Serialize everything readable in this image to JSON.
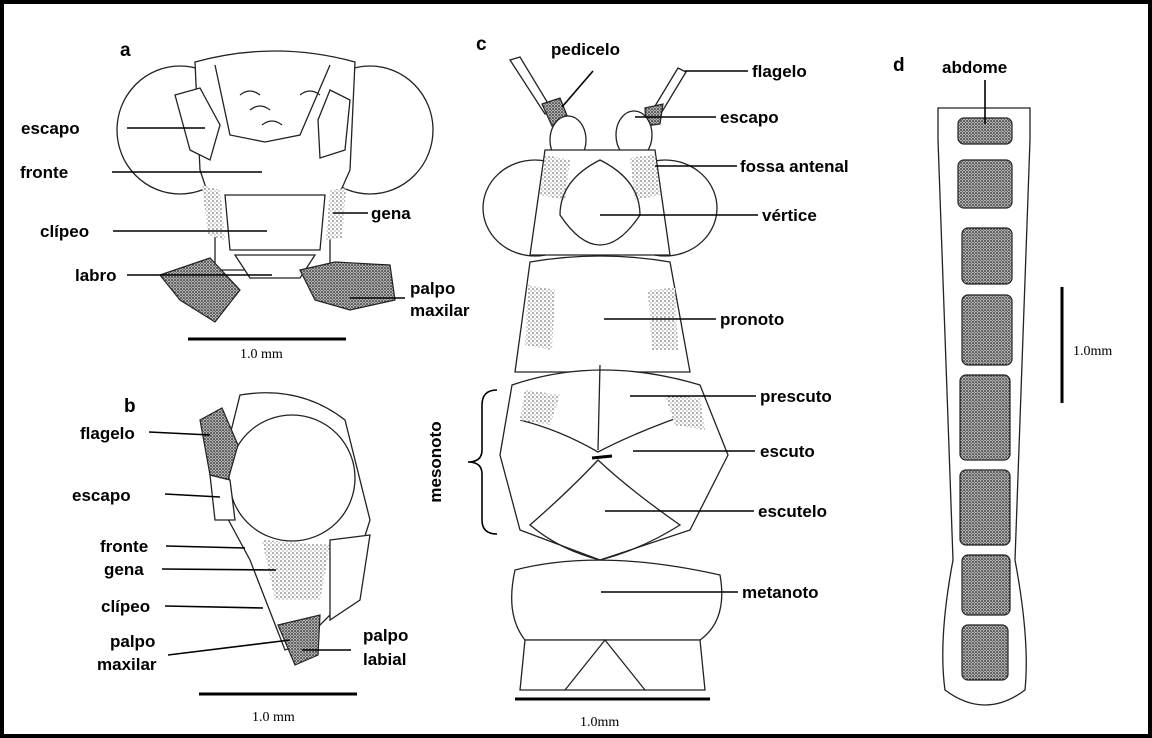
{
  "panels": {
    "a": "a",
    "b": "b",
    "c": "c",
    "d": "d"
  },
  "panel_a": {
    "labels": {
      "escapo": "escapo",
      "fronte": "fronte",
      "clipeo": "clípeo",
      "labro": "labro",
      "gena": "gena",
      "palpo_maxilar_1": "palpo",
      "palpo_maxilar_2": "maxilar"
    },
    "scale": "1.0 mm"
  },
  "panel_b": {
    "labels": {
      "flagelo": "flagelo",
      "escapo": "escapo",
      "fronte": "fronte",
      "gena": "gena",
      "clipeo": "clípeo",
      "palpo_maxilar_1": "palpo",
      "palpo_maxilar_2": "maxilar",
      "palpo_labial_1": "palpo",
      "palpo_labial_2": "labial"
    },
    "scale": "1.0 mm"
  },
  "panel_c": {
    "labels": {
      "pedicelo": "pedicelo",
      "flagelo": "flagelo",
      "escapo": "escapo",
      "fossa_antenal": "fossa antenal",
      "vertice": "vértice",
      "pronoto": "pronoto",
      "prescuto": "prescuto",
      "escuto": "escuto",
      "escutelo": "escutelo",
      "metanoto": "metanoto",
      "mesonoto": "mesonoto"
    },
    "scale": "1.0mm"
  },
  "panel_d": {
    "labels": {
      "abdome": "abdome"
    },
    "scale": "1.0mm"
  }
}
